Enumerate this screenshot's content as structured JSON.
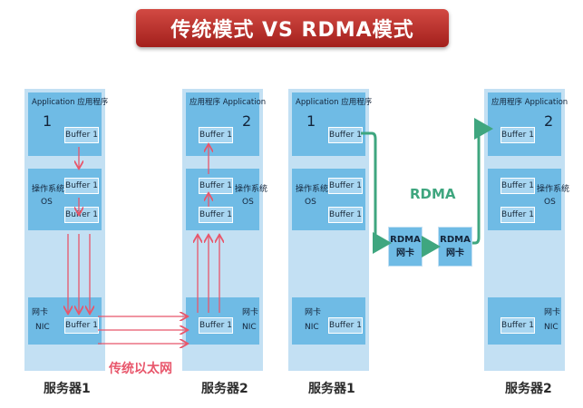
{
  "title": "传统模式 VS RDMA模式",
  "left": {
    "server1": {
      "app_label": "Application 应用程序",
      "app_num": "1",
      "os_label1": "操作系统",
      "os_label2": "OS",
      "nic_label1": "网卡",
      "nic_label2": "NIC",
      "buf_app": "Buffer 1",
      "buf_os1": "Buffer 1",
      "buf_os2": "Buffer 1",
      "buf_nic": "Buffer 1",
      "caption": "服务器1"
    },
    "server2": {
      "app_label": "应用程序 Application",
      "app_num": "2",
      "os_label1": "操作系统",
      "os_label2": "OS",
      "nic_label1": "网卡",
      "nic_label2": "NIC",
      "buf_app": "Buffer 1",
      "buf_os1": "Buffer 1",
      "buf_os2": "Buffer 1",
      "buf_nic": "Buffer 1",
      "caption": "服务器2"
    },
    "network_label": "传统以太网"
  },
  "right": {
    "server1": {
      "app_label": "Application 应用程序",
      "app_num": "1",
      "os_label1": "操作系统",
      "os_label2": "OS",
      "nic_label1": "网卡",
      "nic_label2": "NIC",
      "buf_app": "Buffer 1",
      "buf_os1": "Buffer 1",
      "buf_os2": "Buffer 1",
      "buf_nic": "Buffer 1",
      "caption": "服务器1"
    },
    "server2": {
      "app_label": "应用程序 Application",
      "app_num": "2",
      "os_label1": "操作系统",
      "os_label2": "OS",
      "nic_label1": "网卡",
      "nic_label2": "NIC",
      "buf_app": "Buffer 1",
      "buf_os1": "Buffer 1",
      "buf_os2": "Buffer 1",
      "buf_nic": "Buffer 1",
      "caption": "服务器2"
    },
    "rdma_label": "RDMA",
    "rdma_nic1": {
      "line1": "RDMA",
      "line2": "网卡"
    },
    "rdma_nic2": {
      "line1": "RDMA",
      "line2": "网卡"
    }
  },
  "colors": {
    "traditional_arrow": "#e8566b",
    "rdma_arrow": "#3fa67f",
    "banner": "#b8302b"
  }
}
